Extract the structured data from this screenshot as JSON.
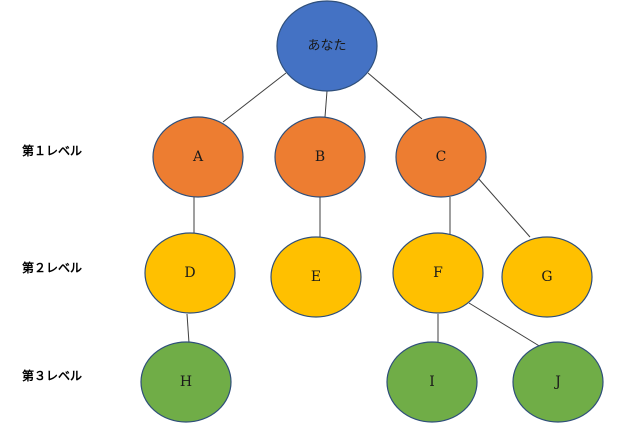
{
  "levels": [
    {
      "label": "第１レベル"
    },
    {
      "label": "第２レベル"
    },
    {
      "label": "第３レベル"
    }
  ],
  "nodes": {
    "root": {
      "label": "あなた",
      "color": "#4472c4"
    },
    "A": {
      "label": "A",
      "color": "#ed7d31"
    },
    "B": {
      "label": "B",
      "color": "#ed7d31"
    },
    "C": {
      "label": "C",
      "color": "#ed7d31"
    },
    "D": {
      "label": "D",
      "color": "#ffc000"
    },
    "E": {
      "label": "E",
      "color": "#ffc000"
    },
    "F": {
      "label": "F",
      "color": "#ffc000"
    },
    "G": {
      "label": "G",
      "color": "#ffc000"
    },
    "H": {
      "label": "H",
      "color": "#70ad47"
    },
    "I": {
      "label": "I",
      "color": "#70ad47"
    },
    "J": {
      "label": "J",
      "color": "#70ad47"
    }
  },
  "edges": [
    [
      "root",
      "A"
    ],
    [
      "root",
      "B"
    ],
    [
      "root",
      "C"
    ],
    [
      "A",
      "D"
    ],
    [
      "B",
      "E"
    ],
    [
      "C",
      "F"
    ],
    [
      "C",
      "G"
    ],
    [
      "D",
      "H"
    ],
    [
      "F",
      "I"
    ],
    [
      "F",
      "J"
    ]
  ]
}
